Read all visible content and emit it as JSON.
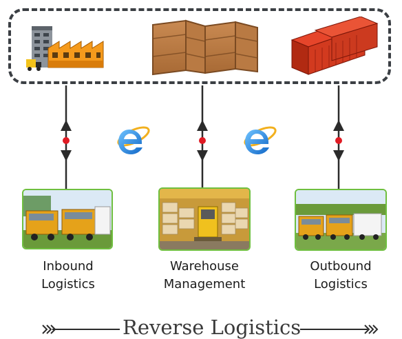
{
  "icons": {
    "top_left": "factory-icon",
    "top_center": "wooden-crates-icon",
    "top_right": "shipping-containers-icon",
    "connector_left": "internet-explorer-icon",
    "connector_right": "internet-explorer-icon"
  },
  "stations": [
    {
      "label_line1": "Inbound",
      "label_line2": "Logistics",
      "image": "trucks-photo"
    },
    {
      "label_line1": "Warehouse",
      "label_line2": "Management",
      "image": "warehouse-photo"
    },
    {
      "label_line1": "Outbound",
      "label_line2": "Logistics",
      "image": "trucks-photo"
    }
  ],
  "footer": {
    "title": "Reverse Logistics",
    "left_arrow": "«—",
    "right_arrow": "—»"
  },
  "colors": {
    "dashed_border": "#3b3f44",
    "photo_border": "#6fbf3f",
    "arrow_dot": "#e01b24",
    "arrow_line": "#2b2b2b"
  }
}
